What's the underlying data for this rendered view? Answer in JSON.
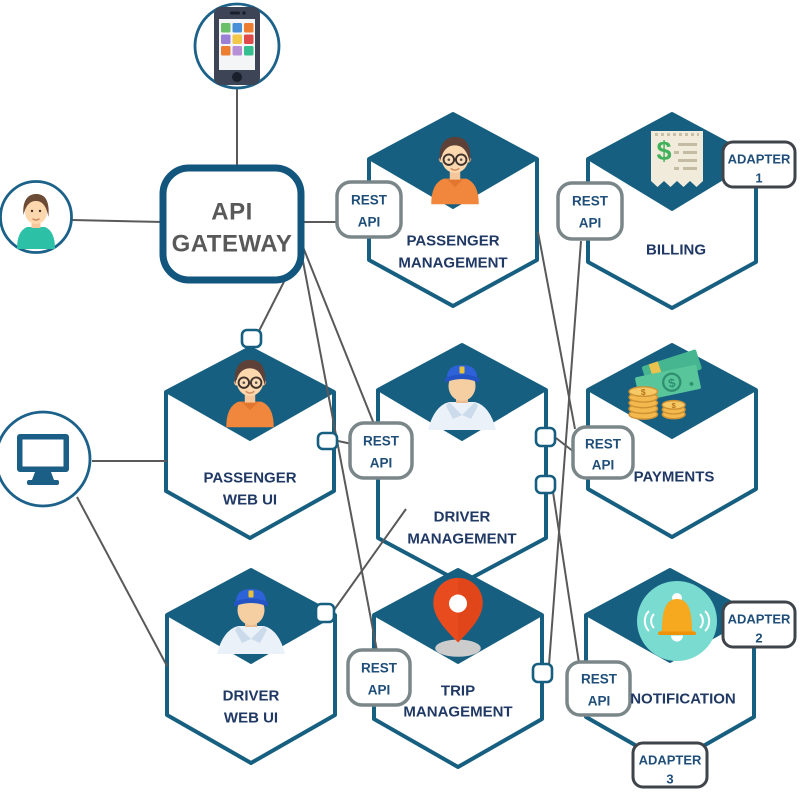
{
  "gateway": {
    "line1": "API",
    "line2": "GATEWAY"
  },
  "rest_api_label": {
    "line1": "REST",
    "line2": "API"
  },
  "services": {
    "passenger_management": {
      "line1": "PASSENGER",
      "line2": "MANAGEMENT"
    },
    "billing": {
      "label": "BILLING"
    },
    "passenger_web_ui": {
      "line1": "PASSENGER",
      "line2": "WEB UI"
    },
    "driver_management": {
      "line1": "DRIVER",
      "line2": "MANAGEMENT"
    },
    "payments": {
      "label": "PAYMENTS"
    },
    "driver_web_ui": {
      "line1": "DRIVER",
      "line2": "WEB UI"
    },
    "trip_management": {
      "line1": "TRIP",
      "line2": "MANAGEMENT"
    },
    "notification": {
      "label": "NOTIFICATION"
    }
  },
  "adapters": {
    "adapter1": {
      "line1": "ADAPTER",
      "line2": "1"
    },
    "adapter2": {
      "line1": "ADAPTER",
      "line2": "2"
    },
    "adapter3": {
      "line1": "ADAPTER",
      "line2": "3"
    }
  },
  "icons": {
    "smartphone": "smartphone-icon",
    "passenger_user": "passenger-user-icon",
    "desktop_monitor": "desktop-monitor-icon",
    "passenger_avatar": "passenger-avatar-icon",
    "driver_avatar": "driver-avatar-icon",
    "billing_receipt": "billing-receipt-icon",
    "payments_money": "payments-money-icon",
    "trip_location_pin": "trip-location-pin-icon",
    "notification_bell": "notification-bell-icon",
    "dollar_glyph": "$"
  },
  "colors": {
    "hexagon": "#175f80",
    "connector_line": "#595959",
    "rest_api_border": "#7a8688",
    "adapter_border": "#3f444a",
    "service_label": "#1f3864",
    "rest_api_label": "#1f4e79",
    "gateway_text": "#595959",
    "icon_circle_border": "#1c6189",
    "passenger_shirt": "#f0873c",
    "driver_cap": "#2e62d9",
    "user_shirt": "#2cc0a6",
    "bell_background": "#7adcd0",
    "bell_body": "#f6a81f",
    "money_green": "#58c59a",
    "coin_gold": "#f3b94e",
    "pin_red": "#e84b1e"
  }
}
